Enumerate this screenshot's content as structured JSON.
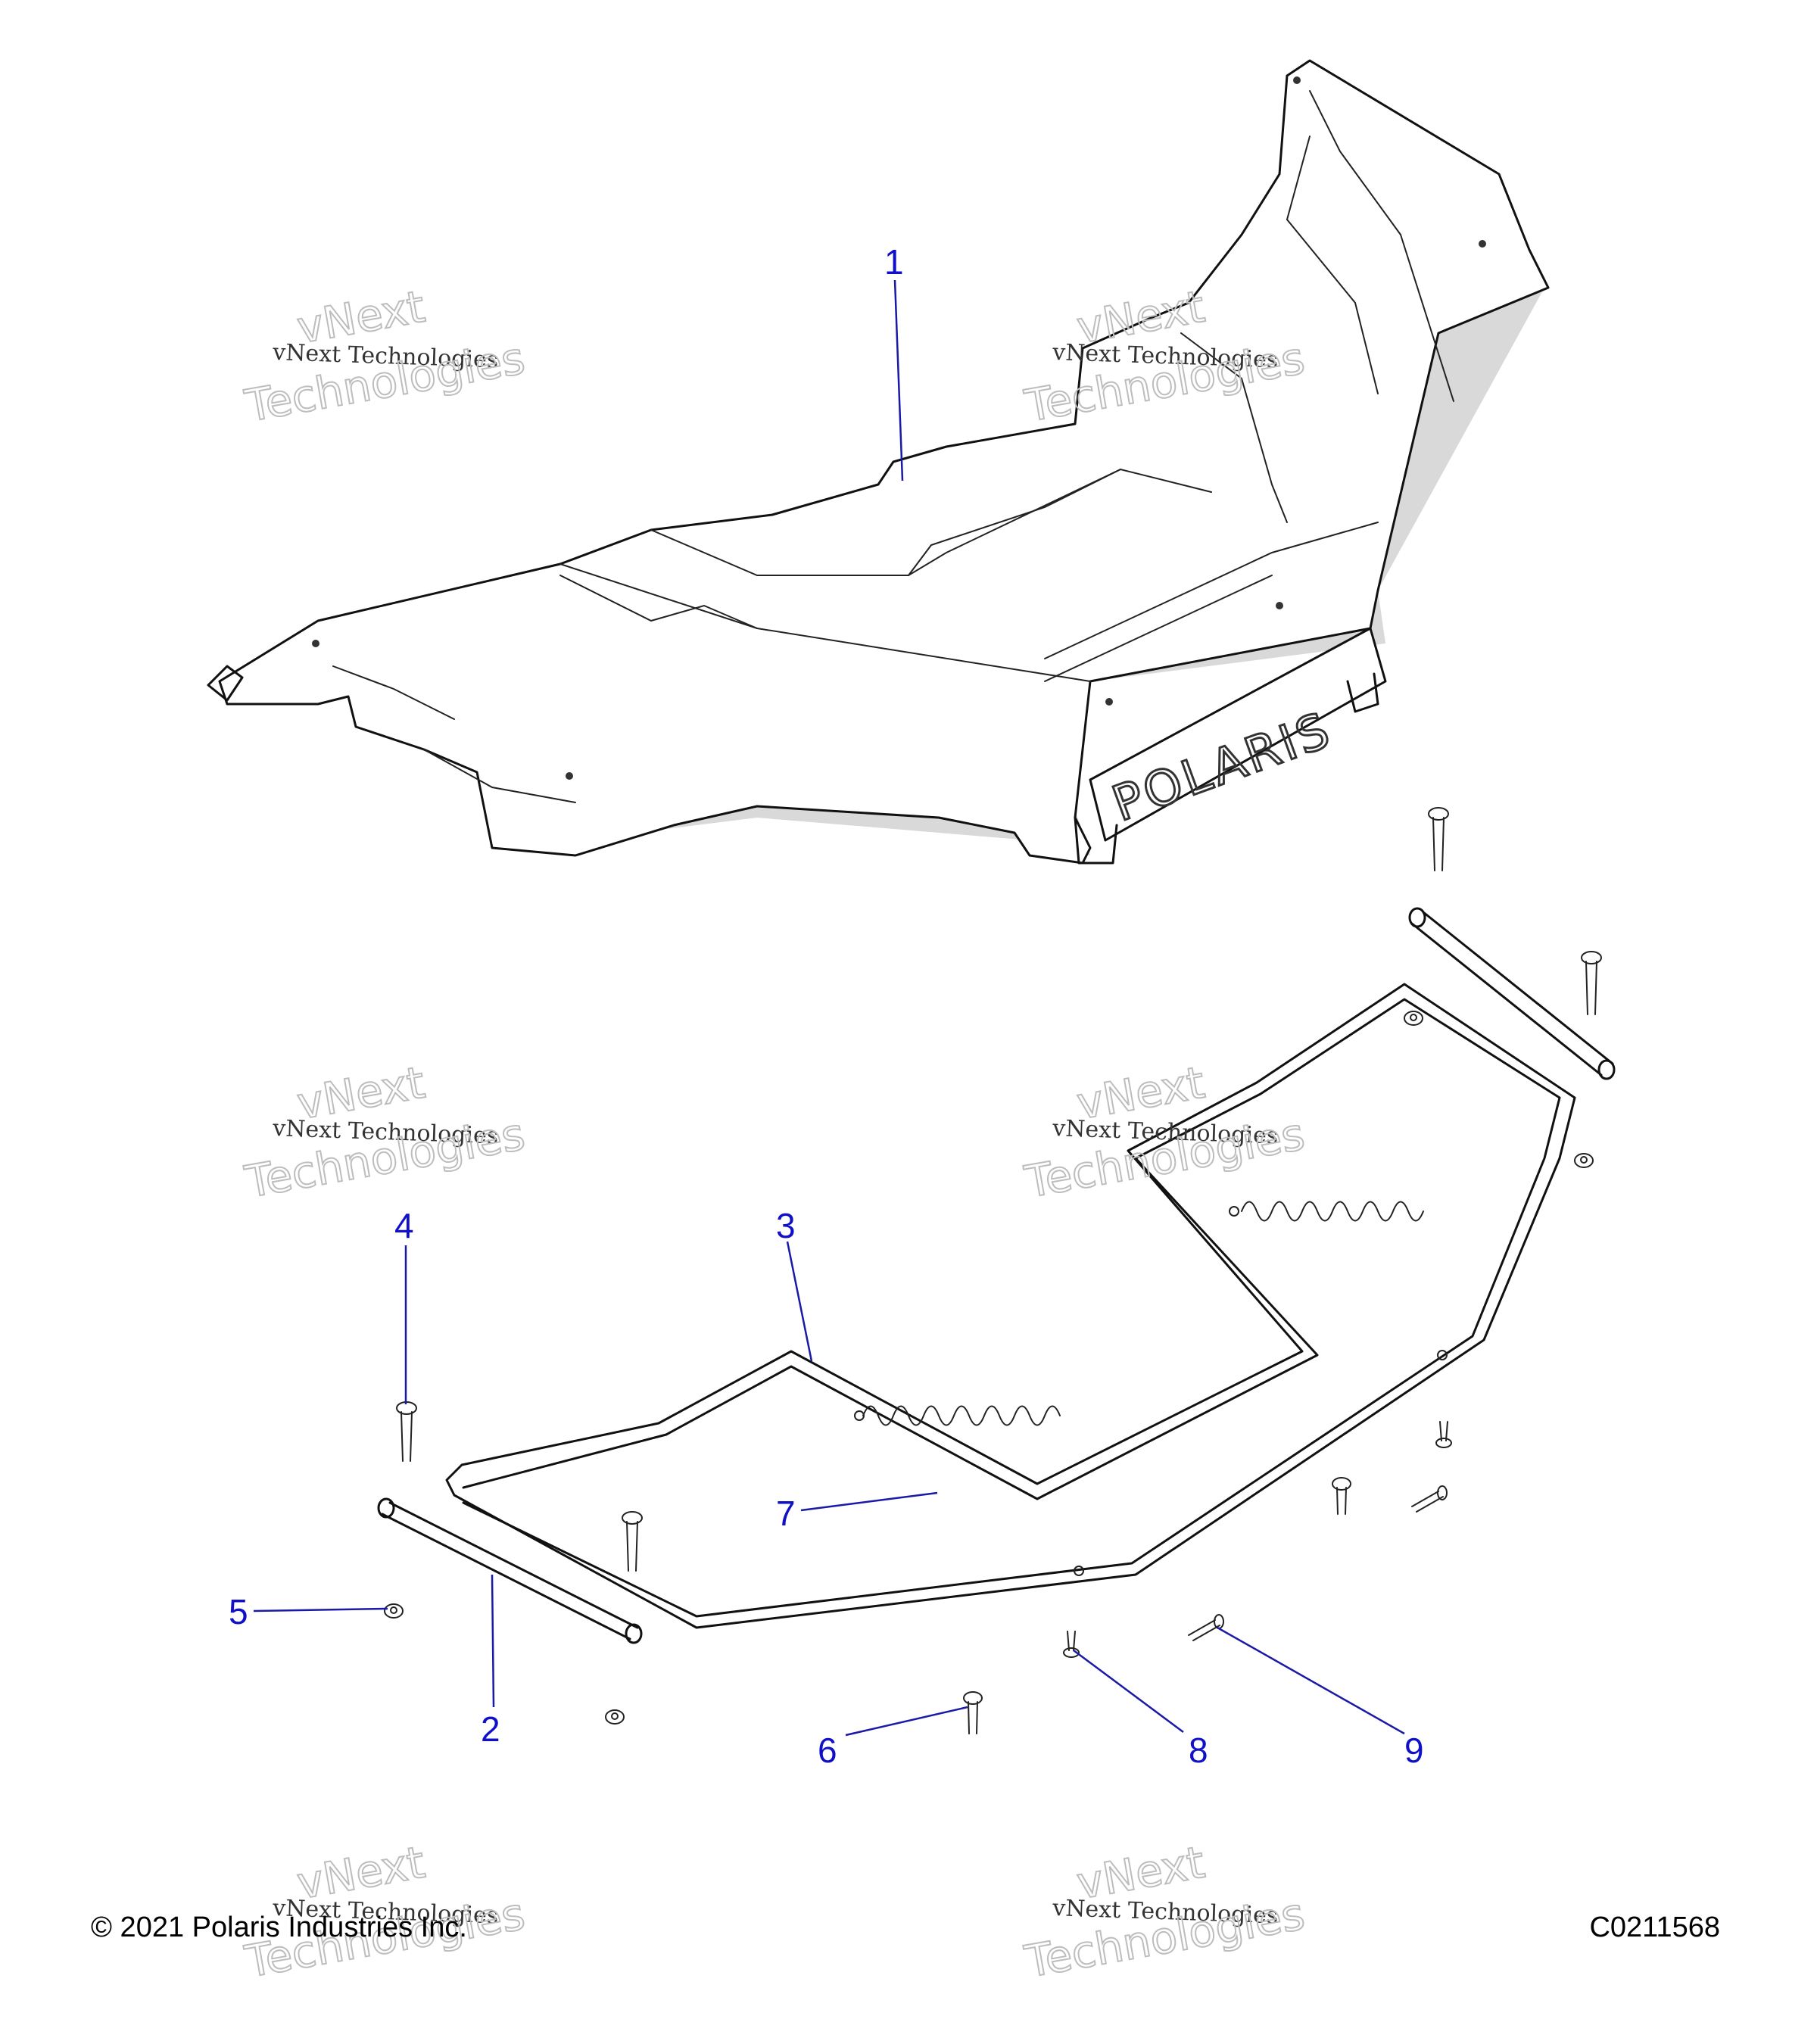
{
  "diagram": {
    "callouts": [
      {
        "id": "1",
        "label": "1"
      },
      {
        "id": "2",
        "label": "2"
      },
      {
        "id": "3",
        "label": "3"
      },
      {
        "id": "4",
        "label": "4"
      },
      {
        "id": "5",
        "label": "5"
      },
      {
        "id": "6",
        "label": "6"
      },
      {
        "id": "7",
        "label": "7"
      },
      {
        "id": "8",
        "label": "8"
      },
      {
        "id": "9",
        "label": "9"
      }
    ],
    "logo_text": "POLARIS",
    "watermark": {
      "line1": "vNext",
      "line2": "vNext Technologies",
      "line3": "Technologies"
    },
    "colors": {
      "callout": "#1010c8",
      "line": "#111111",
      "shade": "#d9d9d9"
    }
  },
  "footer": {
    "copyright": "© 2021 Polaris Industries Inc.",
    "code": "C0211568"
  }
}
